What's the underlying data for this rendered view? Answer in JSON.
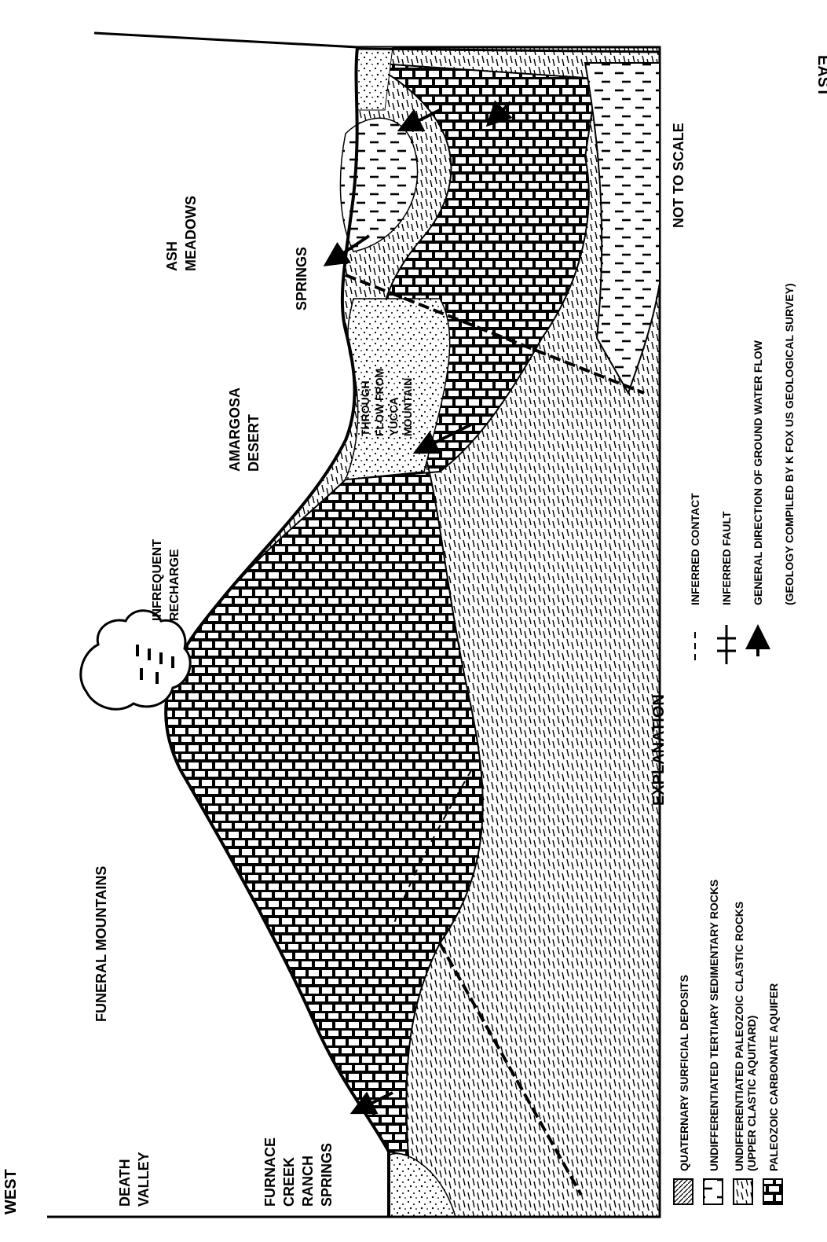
{
  "directions": {
    "west": "WEST",
    "east": "EAST"
  },
  "places": {
    "death_valley": [
      "DEATH",
      "VALLEY"
    ],
    "furnace_creek": [
      "FURNACE",
      "CREEK",
      "RANCH",
      "SPRINGS"
    ],
    "funeral_mountains": "FUNERAL MOUNTAINS",
    "infrequent_recharge": [
      "INFREQUENT",
      "RECHARGE"
    ],
    "amargosa_desert": [
      "AMARGOSA",
      "DESERT"
    ],
    "throughflow": [
      "THROUGH",
      "FLOW FROM",
      "YUCCA",
      "MOUNTAIN"
    ],
    "springs": "SPRINGS",
    "ash_meadows": [
      "ASH",
      "MEADOWS"
    ]
  },
  "not_to_scale": "NOT TO SCALE",
  "explanation": {
    "title": "EXPLANATION",
    "units": [
      "QUATERNARY SURFICIAL DEPOSITS",
      "UNDIFFERENTIATED TERTIARY SEDIMENTARY ROCKS",
      "UNDIFFERENTIATED PALEOZOIC CLASTIC ROCKS",
      "(UPPER CLASTIC AQUITARD)",
      "PALEOZOIC CARBONATE AQUIFER"
    ],
    "symbols": [
      "INFERRED CONTACT",
      "INFERRED FAULT",
      "GENERAL DIRECTION OF GROUND WATER FLOW"
    ],
    "credit": "(GEOLOGY COMPILED BY K FOX US GEOLOGICAL SURVEY)"
  }
}
